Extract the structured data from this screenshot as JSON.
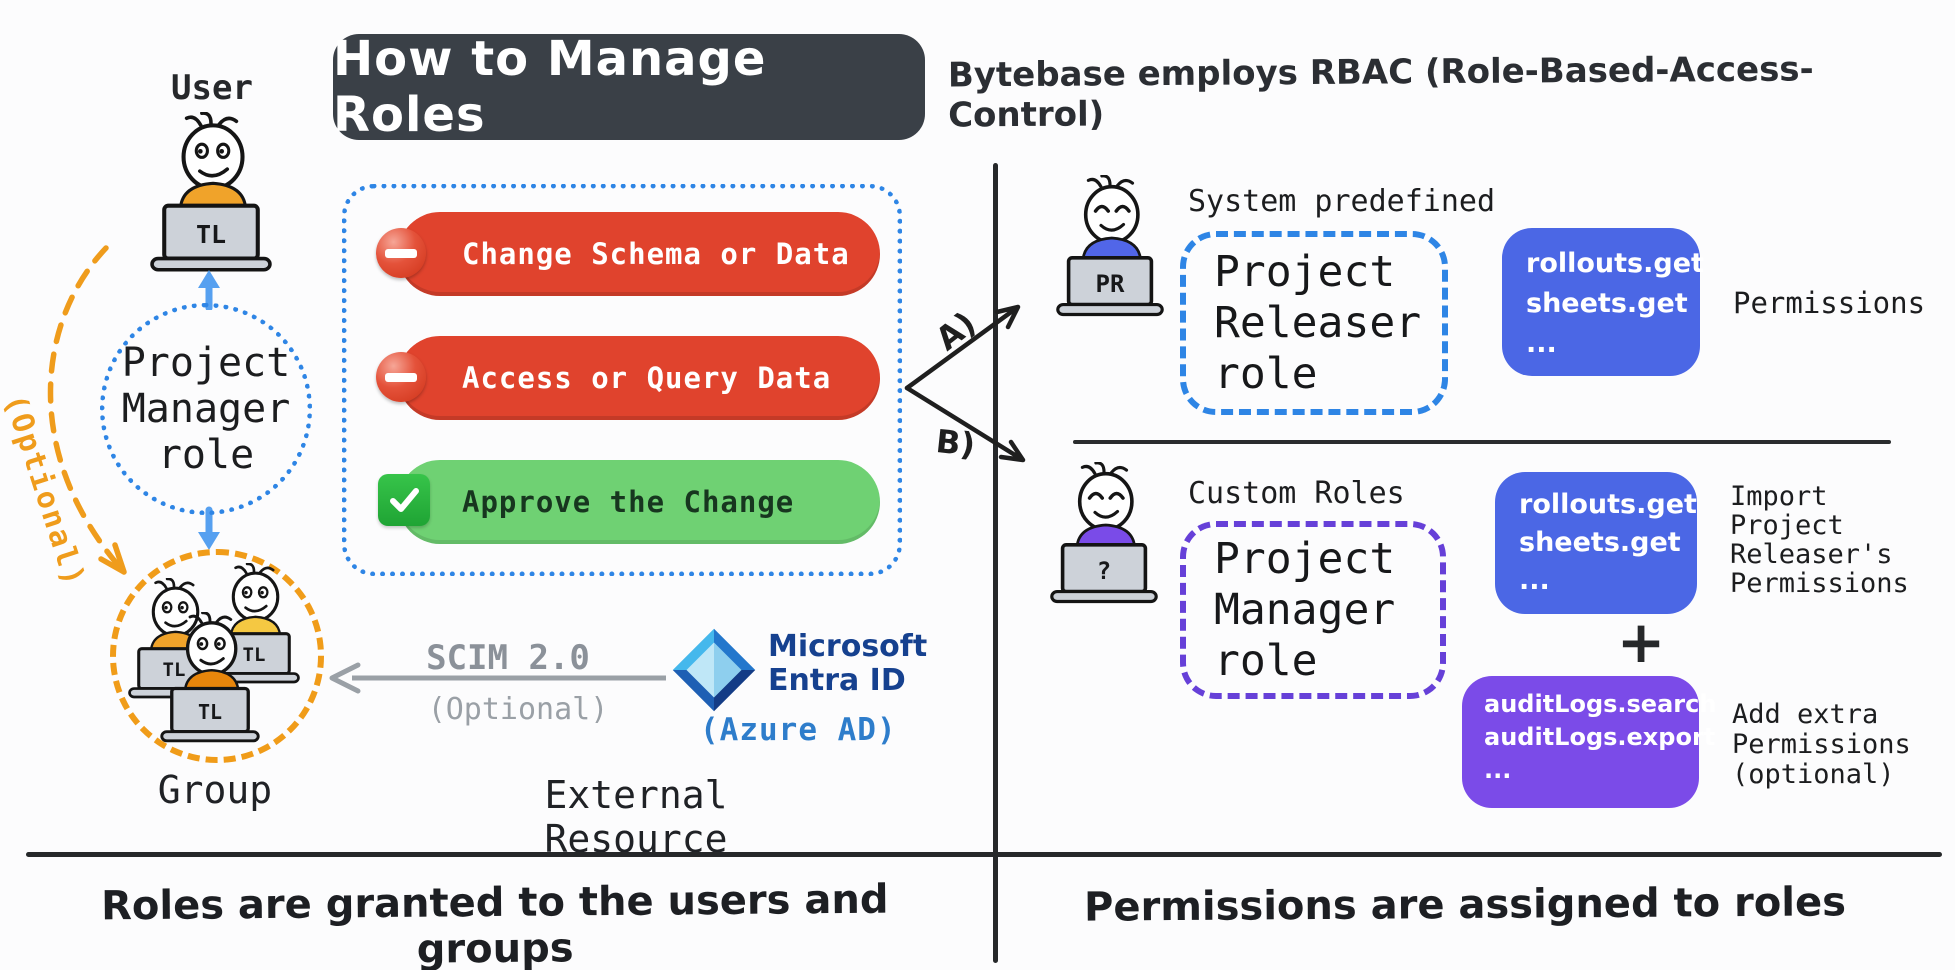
{
  "title": "How to Manage Roles",
  "subtitle": "Bytebase employs RBAC (Role-Based-Access-Control)",
  "colors": {
    "banner": "#3a4047",
    "deny_red": "#e0432d",
    "allow_green": "#6fd173",
    "role_dotted_blue": "#2e85e5",
    "group_dashed_orange": "#f09c19",
    "custom_dashed_purple": "#6640d8",
    "permission_blue": "#4b67e5",
    "permission_purple": "#7b4be8"
  },
  "left_panel": {
    "user_label": "User",
    "user_laptop_label": "TL",
    "role_circle_text": "Project\nManager\nrole",
    "optional_arrow_label": "(Optional)",
    "group_label": "Group",
    "group_laptop_labels": [
      "TL",
      "TL",
      "TL"
    ],
    "actions": [
      {
        "label": "Change Schema or Data",
        "icon": "no-entry"
      },
      {
        "label": "Access or Query Data",
        "icon": "no-entry"
      },
      {
        "label": "Approve the Change",
        "icon": "check"
      }
    ],
    "scim_label": "SCIM 2.0",
    "scim_sublabel": "(Optional)",
    "entra_brand_line1": "Microsoft",
    "entra_brand_line2": "Entra ID",
    "entra_sublabel": "(Azure AD)",
    "external_resource_label": "External Resource",
    "caption": "Roles are granted to the users and groups"
  },
  "right_panel": {
    "branch_a_label": "A)",
    "branch_b_label": "B)",
    "system_predefined": {
      "section_label": "System predefined",
      "person_laptop_label": "PR",
      "role_box_text": "Project\nReleaser\nrole",
      "permissions_text": "rollouts.get\nsheets.get\n...",
      "note": "Permissions"
    },
    "custom_roles": {
      "section_label": "Custom Roles",
      "person_laptop_label": "?",
      "role_box_text": "Project\nManager\nrole",
      "imported_permissions_text": "rollouts.get\nsheets.get\n...",
      "imported_note": "Import\nProject\nReleaser's\nPermissions",
      "plus_sign": "+",
      "extra_permissions_text": "auditLogs.search\nauditLogs.export\n...",
      "extra_note": "Add extra\nPermissions\n(optional)"
    },
    "caption": "Permissions are assigned to roles"
  }
}
